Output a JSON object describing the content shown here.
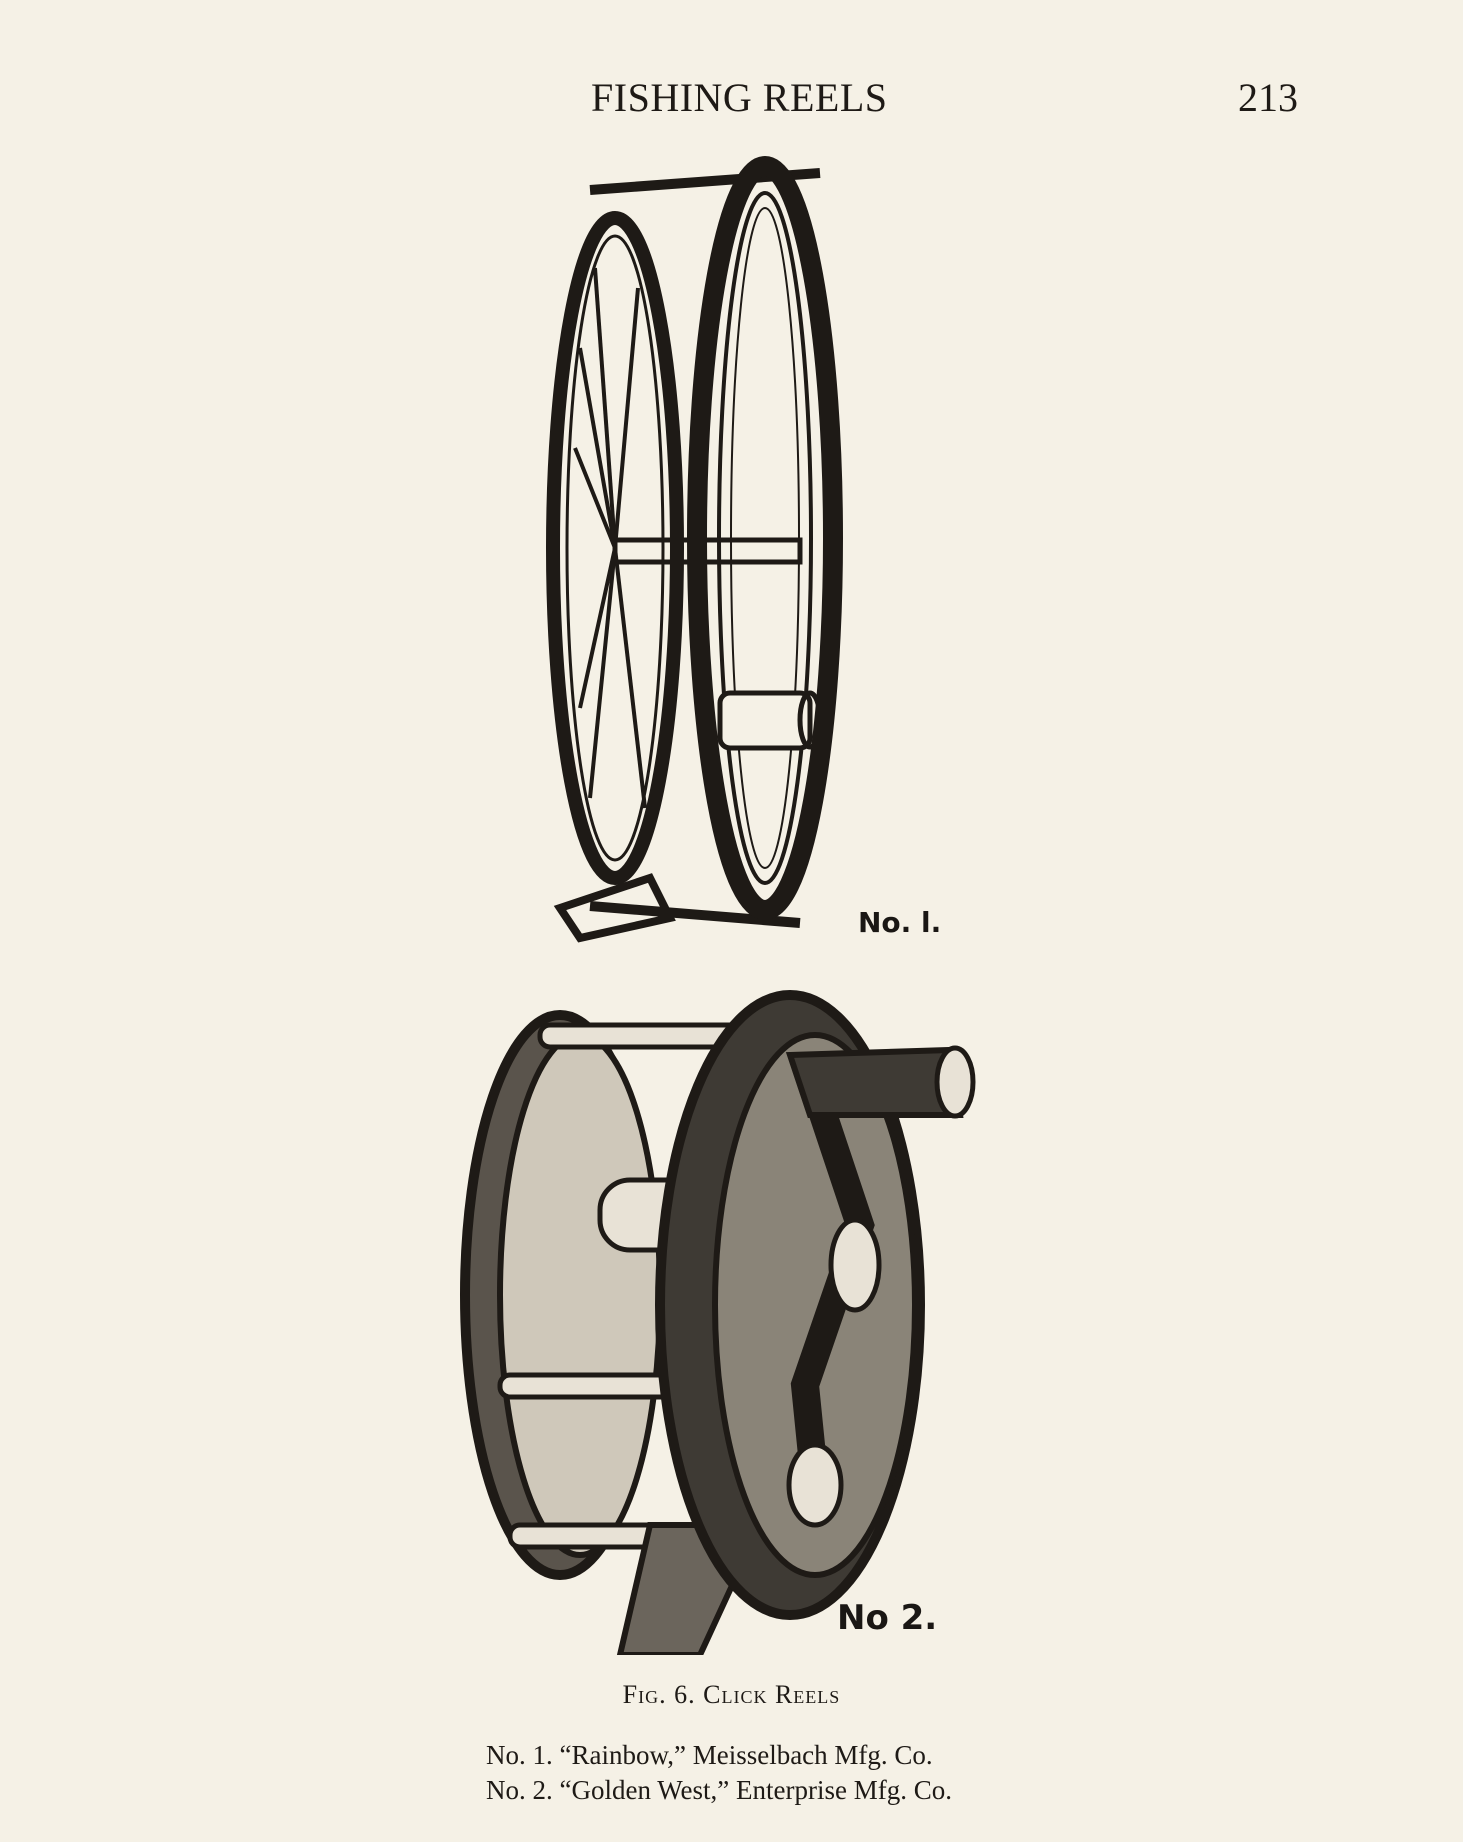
{
  "header": {
    "title": "FISHING REELS",
    "page_number": "213"
  },
  "figure": {
    "reel_1_label": "No. l.",
    "reel_2_label": "No 2.",
    "caption_title": "Fig. 6.   Click Reels",
    "caption_lines": [
      "No. 1.  “Rainbow,” Meisselbach Mfg. Co.",
      "No. 2.  “Golden West,” Enterprise Mfg. Co."
    ]
  },
  "colors": {
    "paper": "#f5f1e6",
    "ink": "#1e1a16"
  }
}
